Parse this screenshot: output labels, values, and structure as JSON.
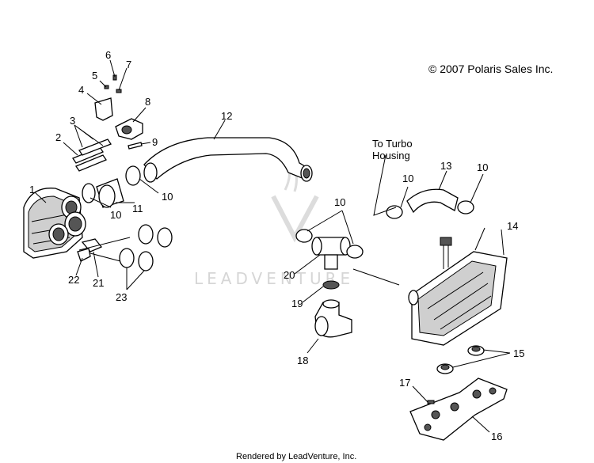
{
  "copyright": "© 2007 Polaris Sales Inc.",
  "footer": "Rendered by LeadVenture, Inc.",
  "watermark": "LEADVENTURE",
  "to_turbo": [
    "To Turbo",
    "Housing"
  ],
  "callouts": {
    "c1": "1",
    "c2": "2",
    "c3": "3",
    "c4": "4",
    "c5": "5",
    "c6": "6",
    "c7": "7",
    "c8": "8",
    "c9": "9",
    "c10a": "10",
    "c10b": "10",
    "c10c": "10",
    "c10d": "10",
    "c10e": "10",
    "c11": "11",
    "c12": "12",
    "c13": "13",
    "c14": "14",
    "c15": "15",
    "c16": "16",
    "c17": "17",
    "c18": "18",
    "c19": "19",
    "c20": "20",
    "c21": "21",
    "c22": "22",
    "c23": "23"
  }
}
